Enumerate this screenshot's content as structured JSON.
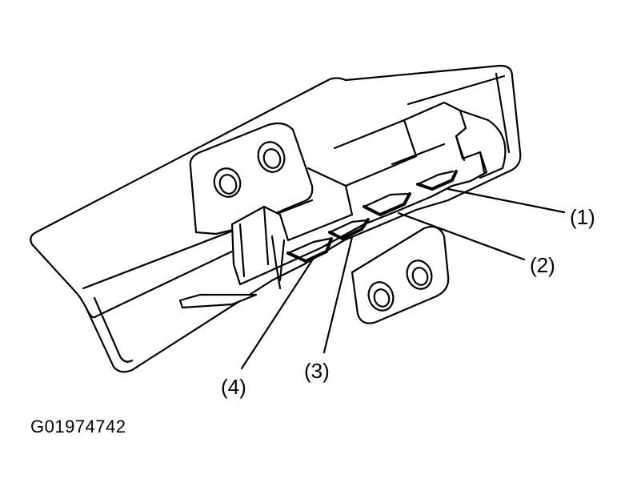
{
  "callouts": [
    {
      "id": "1",
      "label": "(1)"
    },
    {
      "id": "2",
      "label": "(2)"
    },
    {
      "id": "3",
      "label": "(3)"
    },
    {
      "id": "4",
      "label": "(4)"
    }
  ],
  "figure_code": "G01974742"
}
